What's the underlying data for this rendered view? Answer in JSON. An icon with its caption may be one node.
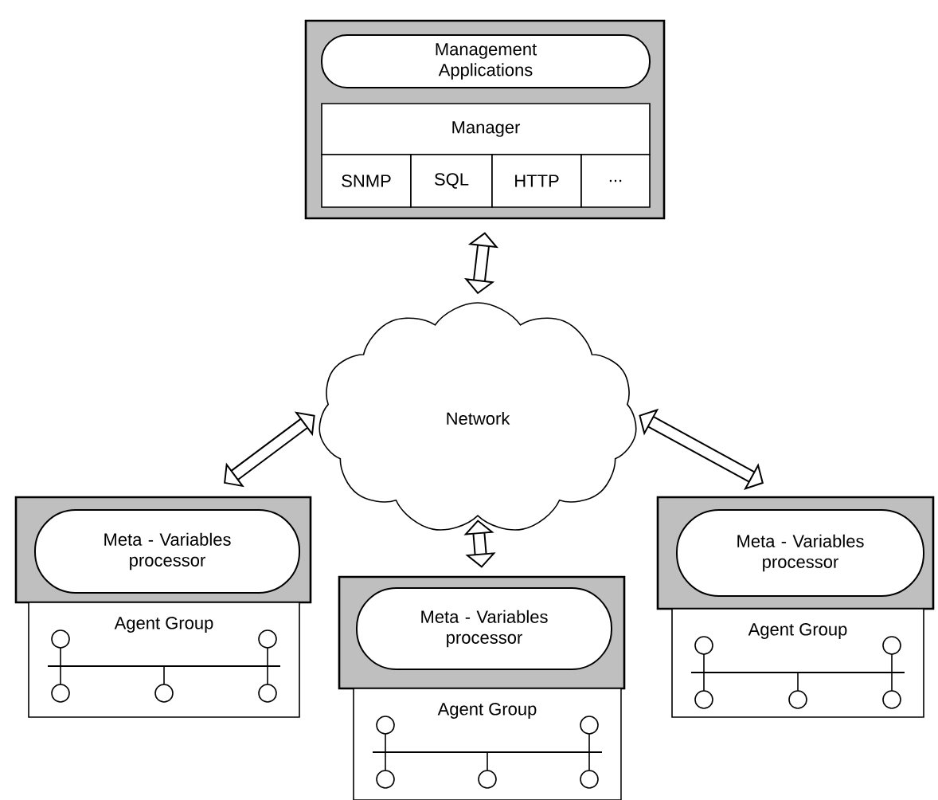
{
  "diagram": {
    "nodes": [
      {
        "text": [],
        "shape": "box"
      },
      {
        "text": [
          "Management Applications"
        ],
        "in": 0
      },
      {
        "text": [
          "Manager"
        ],
        "in": 0
      },
      {
        "text": [
          "SNMP"
        ],
        "in": 0
      },
      {
        "text": [
          "SQL"
        ],
        "in": 0
      },
      {
        "text": [
          "HTTP"
        ],
        "in": 0
      },
      {
        "text": [
          "..."
        ],
        "in": 0
      },
      {
        "text": [
          "Network"
        ]
      },
      {
        "text": [],
        "shape": "box"
      },
      {
        "text": [
          "Meta - Variables processor"
        ],
        "in": 8
      },
      {
        "text": [
          "Agent Group"
        ]
      },
      {
        "text": [],
        "shape": "box"
      },
      {
        "text": [
          "Meta - Variables processor"
        ],
        "in": 11
      },
      {
        "text": [
          "Agent Group"
        ]
      },
      {
        "text": [],
        "shape": "box"
      },
      {
        "text": [
          "Meta - Variables processor"
        ],
        "in": 14
      },
      {
        "text": [
          "Agent Group"
        ]
      }
    ],
    "edges": [
      {
        "from": 0,
        "to": 7,
        "arrow": "both"
      },
      {
        "from": 7,
        "to": 8,
        "arrow": "both"
      },
      {
        "from": 7,
        "to": 11,
        "arrow": "both"
      },
      {
        "from": 7,
        "to": 14,
        "arrow": "both"
      }
    ]
  }
}
